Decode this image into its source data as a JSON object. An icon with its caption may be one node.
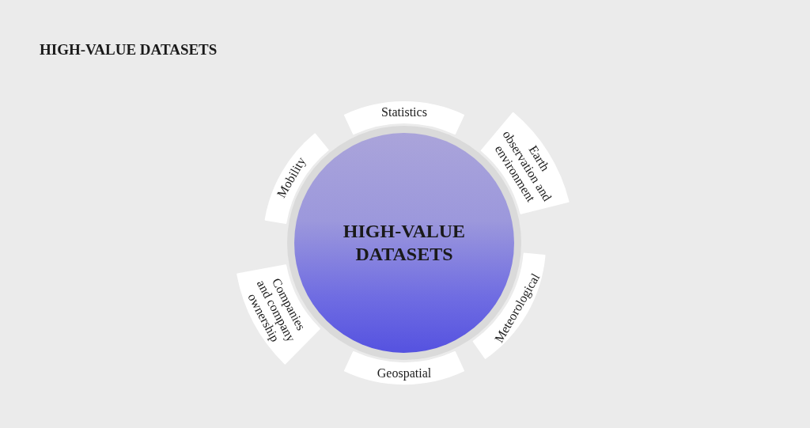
{
  "diagram": {
    "title": "HIGH-VALUE DATASETS",
    "nodes": [
      {
        "text": [
          "HIGH-VALUE DATASETS"
        ]
      },
      {
        "text": [
          "Statistics"
        ]
      },
      {
        "text": [
          "Earth observation and environment"
        ]
      },
      {
        "text": [
          "Meteorological"
        ]
      },
      {
        "text": [
          "Geospatial"
        ]
      },
      {
        "text": [
          "Companies and company ownership"
        ]
      },
      {
        "text": [
          "Mobility"
        ]
      }
    ],
    "edges": []
  }
}
